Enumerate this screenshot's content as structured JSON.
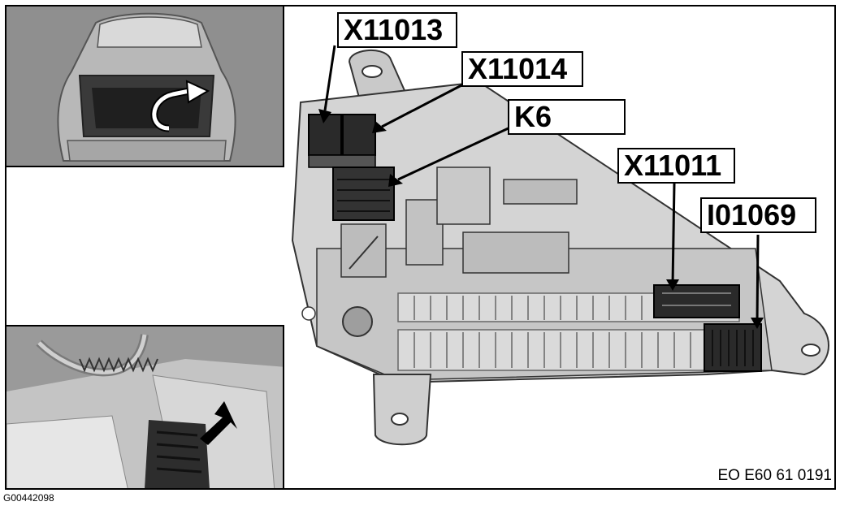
{
  "callouts": {
    "x11013": "X11013",
    "x11014": "X11014",
    "k6": "K6",
    "x11011": "X11011",
    "i01069": "I01069"
  },
  "reference_code": "EO E60 61 0191",
  "image_id": "G00442098",
  "icons": [
    "rotate-arrow-icon",
    "pointer-arrow-icon"
  ]
}
